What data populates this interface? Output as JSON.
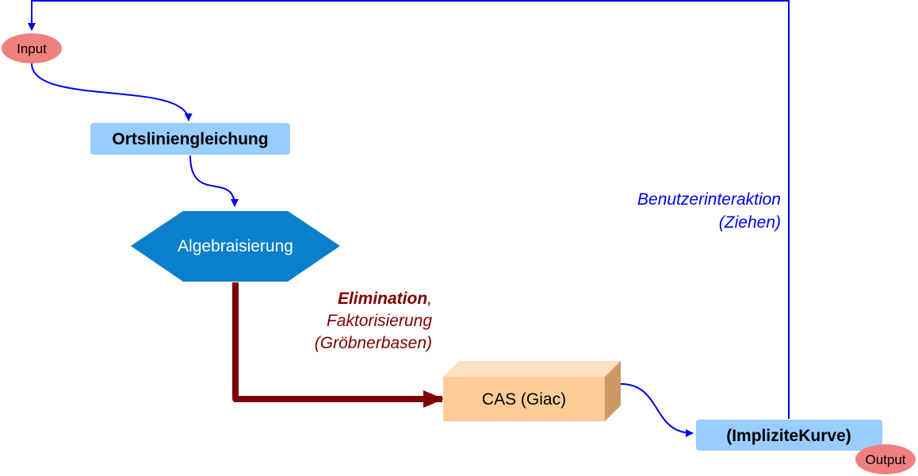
{
  "nodes": {
    "input": "Input",
    "equation": "Ortsliniengleichung",
    "algebra": "Algebraisierung",
    "cas": "CAS (Giac)",
    "implicit_curve": "(ImpliziteKurve)",
    "output": "Output"
  },
  "annotations": {
    "elimination_bold": "Elimination",
    "elimination_comma": ",",
    "factorization": "Faktorisierung",
    "groebner": "(Gröbnerbasen)",
    "interaction_line1": "Benutzerinteraktion",
    "interaction_line2": "(Ziehen)"
  },
  "colors": {
    "blue_connector": "#0000ee",
    "dark_red_connector": "#7f0000",
    "light_blue_box": "#99ccff",
    "hexagon_blue": "#0a7fcc",
    "cas_front": "#ffcc99",
    "cas_side": "#cc9966",
    "cas_top": "#ffe0c0",
    "ellipse_red": "#f08080"
  }
}
